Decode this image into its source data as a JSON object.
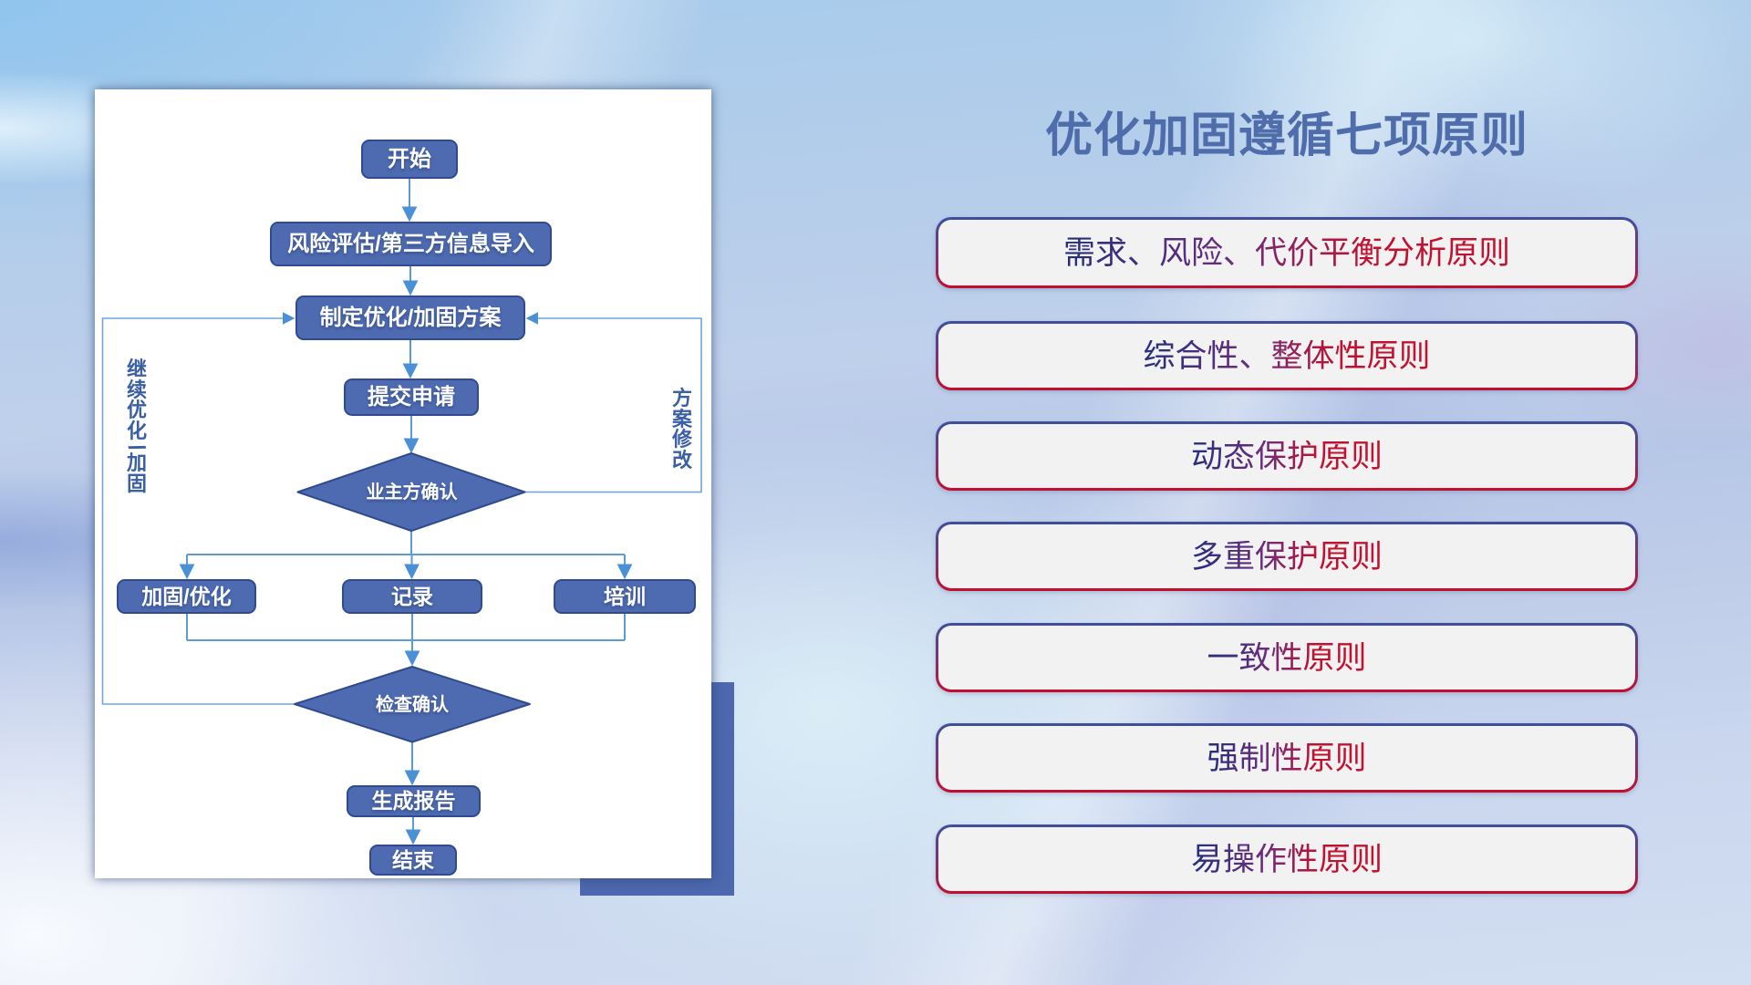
{
  "title": {
    "text": "优化加固遵循七项原则"
  },
  "flowchart": {
    "nodes": [
      {
        "id": "start",
        "type": "process",
        "label": "开始"
      },
      {
        "id": "risk-import",
        "type": "process",
        "label": "风险评估/第三方信息导入"
      },
      {
        "id": "make-plan",
        "type": "process",
        "label": "制定优化/加固方案"
      },
      {
        "id": "submit-request",
        "type": "process",
        "label": "提交申请"
      },
      {
        "id": "owner-confirm",
        "type": "decision",
        "label": "业主方确认"
      },
      {
        "id": "reinforce",
        "type": "process",
        "label": "加固/优化"
      },
      {
        "id": "record",
        "type": "process",
        "label": "记录"
      },
      {
        "id": "training",
        "type": "process",
        "label": "培训"
      },
      {
        "id": "check-confirm",
        "type": "decision",
        "label": "检查确认"
      },
      {
        "id": "make-report",
        "type": "process",
        "label": "生成报告"
      },
      {
        "id": "end",
        "type": "process",
        "label": "结束"
      }
    ],
    "loop_labels": [
      {
        "id": "continue-optimize",
        "label": "继续优化/加固"
      },
      {
        "id": "plan-modify",
        "label": "方案修改"
      }
    ]
  },
  "principles": {
    "items": [
      {
        "label": "需求、风险、代价平衡分析原则"
      },
      {
        "label": "综合性、整体性原则"
      },
      {
        "label": "动态保护原则"
      },
      {
        "label": "多重保护原则"
      },
      {
        "label": "一致性原则"
      },
      {
        "label": "强制性原则"
      },
      {
        "label": "易操作性原则"
      }
    ]
  },
  "colors": {
    "node_fill": "#4e6bb1",
    "node_border": "#2f4a8f",
    "connector": "#5b9bd5",
    "arrowhead": "#4a90d6",
    "panel_accent": "#4d68ae",
    "title": "#4f6cab",
    "principle_navy": "#232e7d",
    "principle_red": "#c31230",
    "principle_bg": "#f2f2f3",
    "loop_label": "#3a5fa5"
  }
}
